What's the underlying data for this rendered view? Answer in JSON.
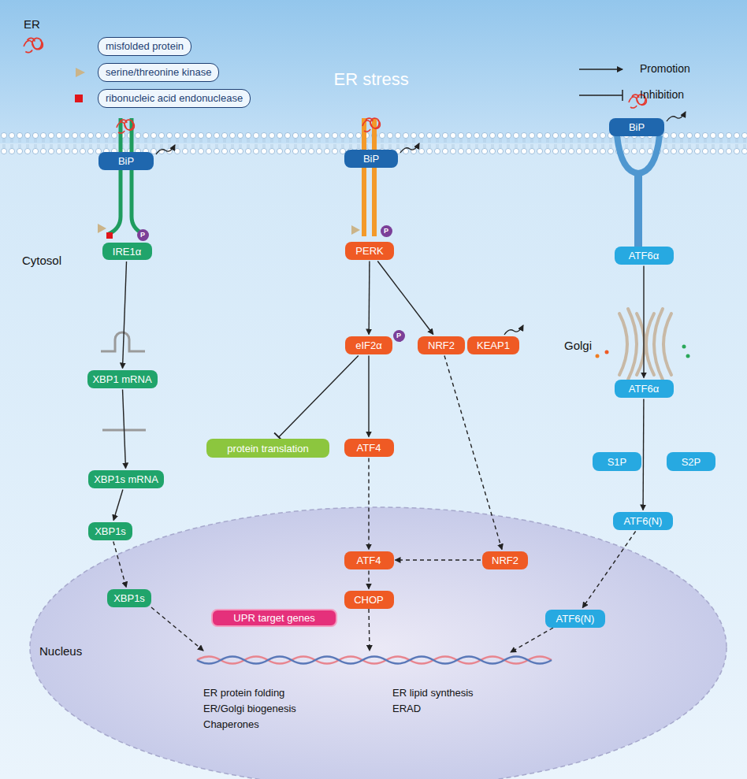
{
  "diagram": {
    "title": "ER stress",
    "nodes": [
      {
        "text": [
          "BiP"
        ]
      },
      {
        "text": [
          "IRE1α"
        ]
      },
      {
        "text": [
          "XBP1 mRNA"
        ]
      },
      {
        "text": [
          "XBP1s mRNA"
        ]
      },
      {
        "text": [
          "XBP1s"
        ]
      },
      {
        "text": [
          "XBP1s"
        ]
      },
      {
        "text": [
          "BiP"
        ]
      },
      {
        "text": [
          "PERK"
        ]
      },
      {
        "text": [
          "eIF2α"
        ]
      },
      {
        "text": [
          "NRF2"
        ]
      },
      {
        "text": [
          "KEAP1"
        ]
      },
      {
        "text": [
          "protein translation"
        ]
      },
      {
        "text": [
          "ATF4"
        ]
      },
      {
        "text": [
          "ATF4"
        ]
      },
      {
        "text": [
          "NRF2"
        ]
      },
      {
        "text": [
          "CHOP"
        ]
      },
      {
        "text": [
          "UPR target genes"
        ]
      },
      {
        "text": [
          "BiP"
        ]
      },
      {
        "text": [
          "ATF6α"
        ]
      },
      {
        "text": [
          "ATF6α"
        ]
      },
      {
        "text": [
          "S1P"
        ]
      },
      {
        "text": [
          "S2P"
        ]
      },
      {
        "text": [
          "ATF6(N)"
        ]
      },
      {
        "text": [
          "ATF6(N)"
        ]
      }
    ],
    "edges": [
      {
        "from": 1,
        "to": 2,
        "arrow": "to"
      },
      {
        "from": 2,
        "to": 3,
        "arrow": "to"
      },
      {
        "from": 3,
        "to": 4,
        "arrow": "to"
      },
      {
        "from": 4,
        "to": 5,
        "arrow": "to"
      },
      {
        "from": 7,
        "to": 8,
        "arrow": "to"
      },
      {
        "from": 7,
        "to": 9,
        "arrow": "to"
      },
      {
        "from": 8,
        "to": 11,
        "arrow": "to"
      },
      {
        "from": 8,
        "to": 12,
        "arrow": "to"
      },
      {
        "from": 12,
        "to": 13,
        "arrow": "to"
      },
      {
        "from": 9,
        "to": 14,
        "arrow": "to"
      },
      {
        "from": 14,
        "to": 13,
        "arrow": "to"
      },
      {
        "from": 13,
        "to": 15,
        "arrow": "to"
      },
      {
        "from": 18,
        "to": 19,
        "arrow": "to"
      },
      {
        "from": 19,
        "to": 22,
        "arrow": "to"
      },
      {
        "from": 22,
        "to": 23,
        "arrow": "to"
      }
    ],
    "labels": [
      "ER",
      "Cytosol",
      "Golgi",
      "Nucleus",
      "ER protein folding",
      "ER/Golgi biogenesis",
      "Chaperones",
      "ER lipid synthesis",
      "ERAD",
      "P",
      "P",
      "P"
    ],
    "legend": [
      {
        "text": "misfolded protein"
      },
      {
        "text": "serine/threonine kinase"
      },
      {
        "text": "ribonucleic acid endonuclease"
      },
      {
        "text": "Promotion"
      },
      {
        "text": "Inhibition"
      }
    ]
  }
}
